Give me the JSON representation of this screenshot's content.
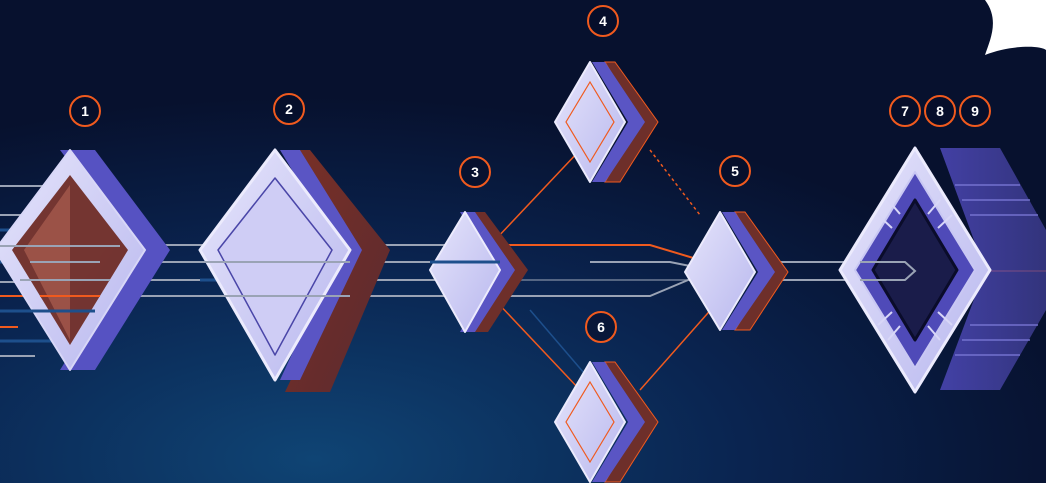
{
  "diagram": {
    "colors": {
      "background_dark": "#07112e",
      "background_mid": "#0d3a63",
      "accent_orange": "#f05a1e",
      "lavender": "#c9c8f3",
      "indigo": "#5a55c4",
      "rust": "#6e2f2a",
      "line_grey": "#9aa3b5",
      "line_navy": "#1d4f8c"
    },
    "nodes": [
      {
        "id": "node-1",
        "label": "1",
        "shape": "diamond-filter"
      },
      {
        "id": "node-2",
        "label": "2",
        "shape": "diamond-plain"
      },
      {
        "id": "node-3",
        "label": "3",
        "shape": "diamond-small"
      },
      {
        "id": "node-4",
        "label": "4",
        "shape": "diamond-small-upper"
      },
      {
        "id": "node-5",
        "label": "5",
        "shape": "diamond-small"
      },
      {
        "id": "node-6",
        "label": "6",
        "shape": "diamond-small-lower"
      },
      {
        "id": "node-7",
        "label": "7",
        "shape": "diamond-chip"
      },
      {
        "id": "node-8",
        "label": "8",
        "shape": "diamond-chip"
      },
      {
        "id": "node-9",
        "label": "9",
        "shape": "diamond-chip"
      }
    ]
  }
}
